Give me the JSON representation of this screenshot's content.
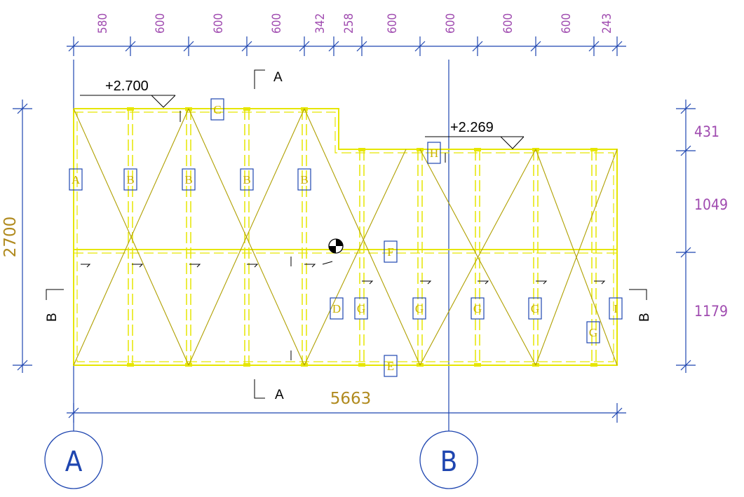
{
  "colors": {
    "dimension_line": "#1f46b0",
    "dimension_text": "#a04cb0",
    "total_dimension_text": "#b08a1e",
    "member": "#e6e600",
    "bracing": "#b0a000",
    "tag_border": "#1f46b0",
    "tag_text": "#c8b000"
  },
  "top_dimensions": [
    "580",
    "600",
    "600",
    "600",
    "342",
    "258",
    "600",
    "600",
    "600",
    "600",
    "243"
  ],
  "right_dimensions": [
    "431",
    "1049",
    "1179"
  ],
  "left_dimension": "2700",
  "bottom_dimension": "5663",
  "levels": [
    "+2.700",
    "+2.269"
  ],
  "sections": {
    "a_top": "A",
    "a_bottom": "A",
    "b_left": "B",
    "b_right": "B"
  },
  "grid_axes": [
    "A",
    "B"
  ],
  "member_tags": {
    "c": "C",
    "h": "H",
    "f": "F",
    "e": "E",
    "a1": "A",
    "b1": "B",
    "b2": "B",
    "b3": "B",
    "b4": "B",
    "d1": "D",
    "g1": "G",
    "g2": "G",
    "g3": "G",
    "g4": "G",
    "g5": "G",
    "i1": "I"
  }
}
